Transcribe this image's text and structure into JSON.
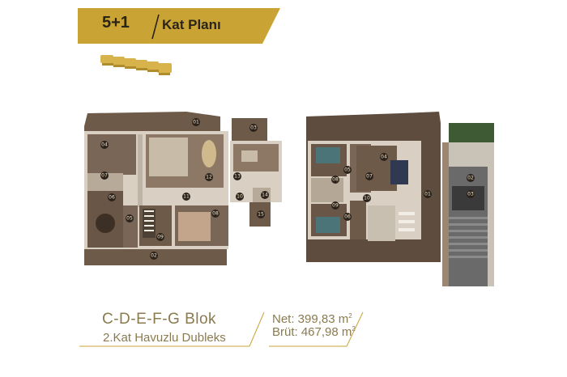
{
  "header": {
    "room_count": "5+1",
    "title": "Kat Planı",
    "banner_color": "#c9a434"
  },
  "plans": {
    "left_labels": [
      "01",
      "02",
      "03",
      "04",
      "05",
      "06",
      "07",
      "08",
      "09",
      "10",
      "11",
      "12",
      "13",
      "14",
      "15"
    ],
    "right_labels": [
      "01",
      "02",
      "03",
      "04",
      "05",
      "06",
      "07",
      "08",
      "09",
      "10"
    ]
  },
  "footer": {
    "blocks": "C-D-E-F-G Blok",
    "subtitle": "2.Kat Havuzlu Dubleks",
    "net_label": "Net: 399,83 m",
    "brut_label": "Brüt: 467,98 m",
    "unit_sup": "2",
    "text_color": "#8a7a4e"
  }
}
